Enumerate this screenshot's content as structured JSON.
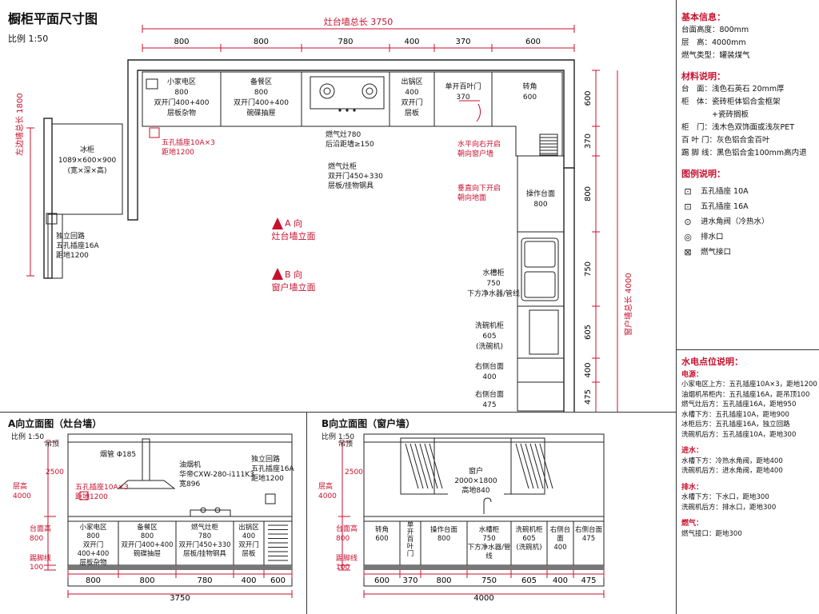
{
  "header": {
    "title": "橱柜平面尺寸图",
    "scale": "比例 1:50"
  },
  "plan": {
    "top_total": "灶台墙总长 3750",
    "top_dims": [
      "800",
      "800",
      "780",
      "400",
      "370",
      "600"
    ],
    "left_total": "左边墙总长 1800",
    "right_total": "窗户墙总长 4000",
    "right_dims": [
      "600",
      "370",
      "800",
      "750",
      "605",
      "400",
      "475"
    ],
    "cabinets": [
      {
        "name": "小家电区",
        "size": "800",
        "door": "双开门400+400",
        "inner": "层板杂物"
      },
      {
        "name": "备餐区",
        "size": "800",
        "door": "双开门400+400",
        "inner": "碗碟抽屉"
      },
      {
        "name": "出锅区",
        "size": "400",
        "door": "双开门",
        "inner": "层板"
      },
      {
        "name": "单开百叶门",
        "size": "370",
        "door": "",
        "inner": ""
      },
      {
        "name": "转角",
        "size": "600",
        "door": "",
        "inner": ""
      }
    ],
    "fridge": {
      "name": "冰柜",
      "size": "1089×600×900",
      "note": "(宽×深×高)"
    },
    "socket_note": [
      "五孔插座10A×3",
      "距地1200"
    ],
    "fridge_socket": [
      "独立回路",
      "五孔插座16A",
      "距地1200"
    ],
    "stove": [
      "燃气灶780",
      "后沿距墙≥150"
    ],
    "stove_cab": [
      "燃气灶柜",
      "双开门450+330",
      "层板/挂物钢具"
    ],
    "louver_right": [
      "水平向右开启",
      "朝向窗户墙"
    ],
    "louver_down": [
      "垂直向下开启",
      "朝向地面"
    ],
    "arrow_a": [
      "A 向",
      "灶台墙立面"
    ],
    "arrow_b": [
      "B 向",
      "窗户墙立面"
    ],
    "right_items": [
      {
        "lines": [
          "操作台面",
          "800"
        ]
      },
      {
        "lines": [
          "水槽柜",
          "750",
          "下方净水器/管线"
        ]
      },
      {
        "lines": [
          "洗碗机柜",
          "605",
          "(洗碗机)"
        ]
      },
      {
        "lines": [
          "右侧台面",
          "400"
        ]
      },
      {
        "lines": [
          "右侧台面",
          "475"
        ]
      }
    ]
  },
  "info": {
    "basic_title": "基本信息：",
    "basic": [
      "台面高度：800mm",
      "层　高：4000mm",
      "燃气类型：罐装煤气"
    ],
    "mat_title": "材料说明：",
    "mat": [
      "台　面：浅色石英石 20mm厚",
      "柜　体：瓷砖柜体铝合金框架",
      "　　　　+瓷砖搁板",
      "柜　门：浅木色双饰面或浅灰PET",
      "百 叶 门：灰色铝合金百叶",
      "踢 脚 线：黑色铝合金100mm高内退"
    ],
    "legend_title": "图例说明：",
    "legend": [
      {
        "icon": "⊡",
        "text": "五孔插座 10A"
      },
      {
        "icon": "⊡",
        "text": "五孔插座 16A"
      },
      {
        "icon": "⊙",
        "text": "进水角阀（冷热水）"
      },
      {
        "icon": "◎",
        "text": "排水口"
      },
      {
        "icon": "⊠",
        "text": "燃气接口"
      }
    ],
    "hw_title": "水电点位说明：",
    "power_title": "电源：",
    "power": [
      "小家电区上方：五孔插座10A×3，距地1200",
      "油烟机吊柜内：五孔插座16A，距吊顶100",
      "燃气灶后方：五孔插座16A，距地950",
      "水槽下方：五孔插座10A，距地900",
      "冰柜后方：五孔插座16A，独立回路",
      "洗碗机后方：五孔插座10A，距地300"
    ],
    "water_title": "进水：",
    "water": [
      "水槽下方：冷热水角阀，距地400",
      "洗碗机后方：进水角阀，距地400"
    ],
    "drain_title": "排水：",
    "drain": [
      "水槽下方：下水口，距地300",
      "洗碗机后方：排水口，距地300"
    ],
    "gas_title": "燃气：",
    "gas": [
      "燃气接口：距地300"
    ]
  },
  "elev_a": {
    "title": "A向立面图（灶台墙）",
    "scale": "比例 1:50",
    "ceiling": "吊顶",
    "h2500": "2500",
    "height": [
      "层高",
      "4000"
    ],
    "counter": [
      "台面高",
      "800"
    ],
    "kick": [
      "踢脚线",
      "100"
    ],
    "hood": "烟管 Φ185",
    "hood_note": [
      "油烟机",
      "华帝CXW-280-i111K3",
      "宽896"
    ],
    "socket": [
      "五孔插座10A×3",
      "距地1200"
    ],
    "circuit": [
      "独立回路",
      "五孔插座16A",
      "距地1200"
    ],
    "cabs": [
      [
        "小家电区",
        "800",
        "双开门400+400",
        "层板杂物"
      ],
      [
        "备餐区",
        "800",
        "双开门400+400",
        "碗碟抽屉"
      ],
      [
        "燃气灶柜",
        "780",
        "双开门450+330",
        "层板/挂物钢具"
      ],
      [
        "出锅区",
        "400",
        "双开门",
        "层板"
      ]
    ],
    "dims": [
      "800",
      "800",
      "780",
      "400",
      "600"
    ],
    "total": "3750"
  },
  "elev_b": {
    "title": "B向立面图（窗户墙）",
    "scale": "比例 1:50",
    "ceiling": "吊顶",
    "h2500": "2500",
    "height": [
      "层高",
      "4000"
    ],
    "counter": [
      "台面高",
      "800"
    ],
    "kick": [
      "踢脚线",
      "100"
    ],
    "window": [
      "窗户2000×1800",
      "高地840"
    ],
    "cabs": [
      [
        "转角",
        "600"
      ],
      [
        "单",
        "开",
        "百",
        "叶",
        "门"
      ],
      [
        "操作台面",
        "800"
      ],
      [
        "水槽柜",
        "750",
        "下方净水器/管线"
      ],
      [
        "洗碗机柜",
        "605",
        "(洗碗机)"
      ],
      [
        "右侧台面",
        "400"
      ],
      [
        "右侧台面",
        "475"
      ]
    ],
    "dims": [
      "600",
      "370",
      "800",
      "750",
      "605",
      "400",
      "475"
    ],
    "total": "4000"
  }
}
